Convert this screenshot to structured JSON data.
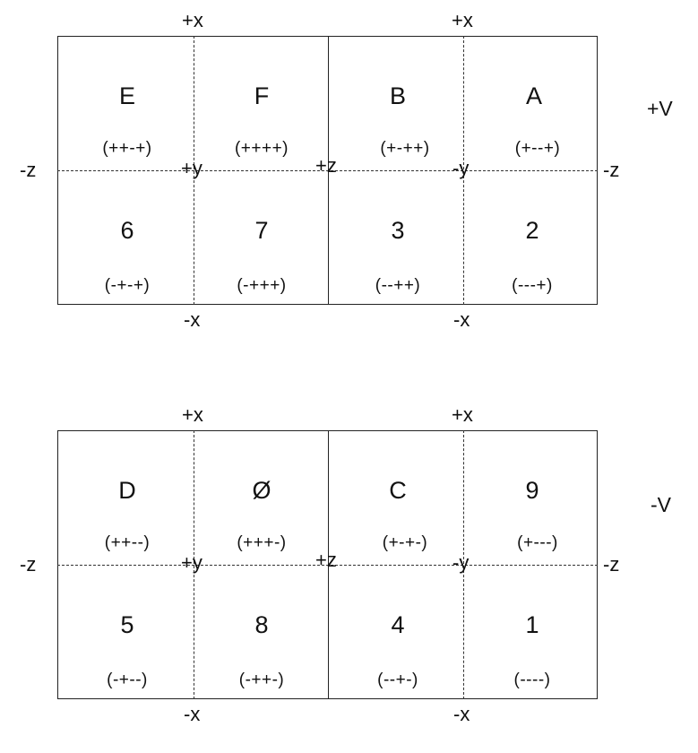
{
  "panels": [
    {
      "side_label": "+V",
      "axis": {
        "top_left": "+x",
        "top_right": "+x",
        "bottom_left": "-x",
        "bottom_right": "-x",
        "left": "-z",
        "mid_left": "+y",
        "center": "+z",
        "mid_right": "-y",
        "right": "-z"
      },
      "cells": [
        {
          "label": "E",
          "code": "(++-+)"
        },
        {
          "label": "F",
          "code": "(++++)"
        },
        {
          "label": "B",
          "code": "(+-++)"
        },
        {
          "label": "A",
          "code": "(+--+)"
        },
        {
          "label": "6",
          "code": "(-+-+)"
        },
        {
          "label": "7",
          "code": "(-+++)"
        },
        {
          "label": "3",
          "code": "(--++)"
        },
        {
          "label": "2",
          "code": "(---+)"
        }
      ]
    },
    {
      "side_label": "-V",
      "axis": {
        "top_left": "+x",
        "top_right": "+x",
        "bottom_left": "-x",
        "bottom_right": "-x",
        "left": "-z",
        "mid_left": "+y",
        "center": "+z",
        "mid_right": "-y",
        "right": "-z"
      },
      "cells": [
        {
          "label": "D",
          "code": "(++--)"
        },
        {
          "label": "Ø",
          "code": "(+++-)"
        },
        {
          "label": "C",
          "code": "(+-+-)"
        },
        {
          "label": "9",
          "code": "(+---)"
        },
        {
          "label": "5",
          "code": "(-+--)"
        },
        {
          "label": "8",
          "code": "(-++-)"
        },
        {
          "label": "4",
          "code": "(--+-)"
        },
        {
          "label": "1",
          "code": "(----)"
        }
      ]
    }
  ]
}
